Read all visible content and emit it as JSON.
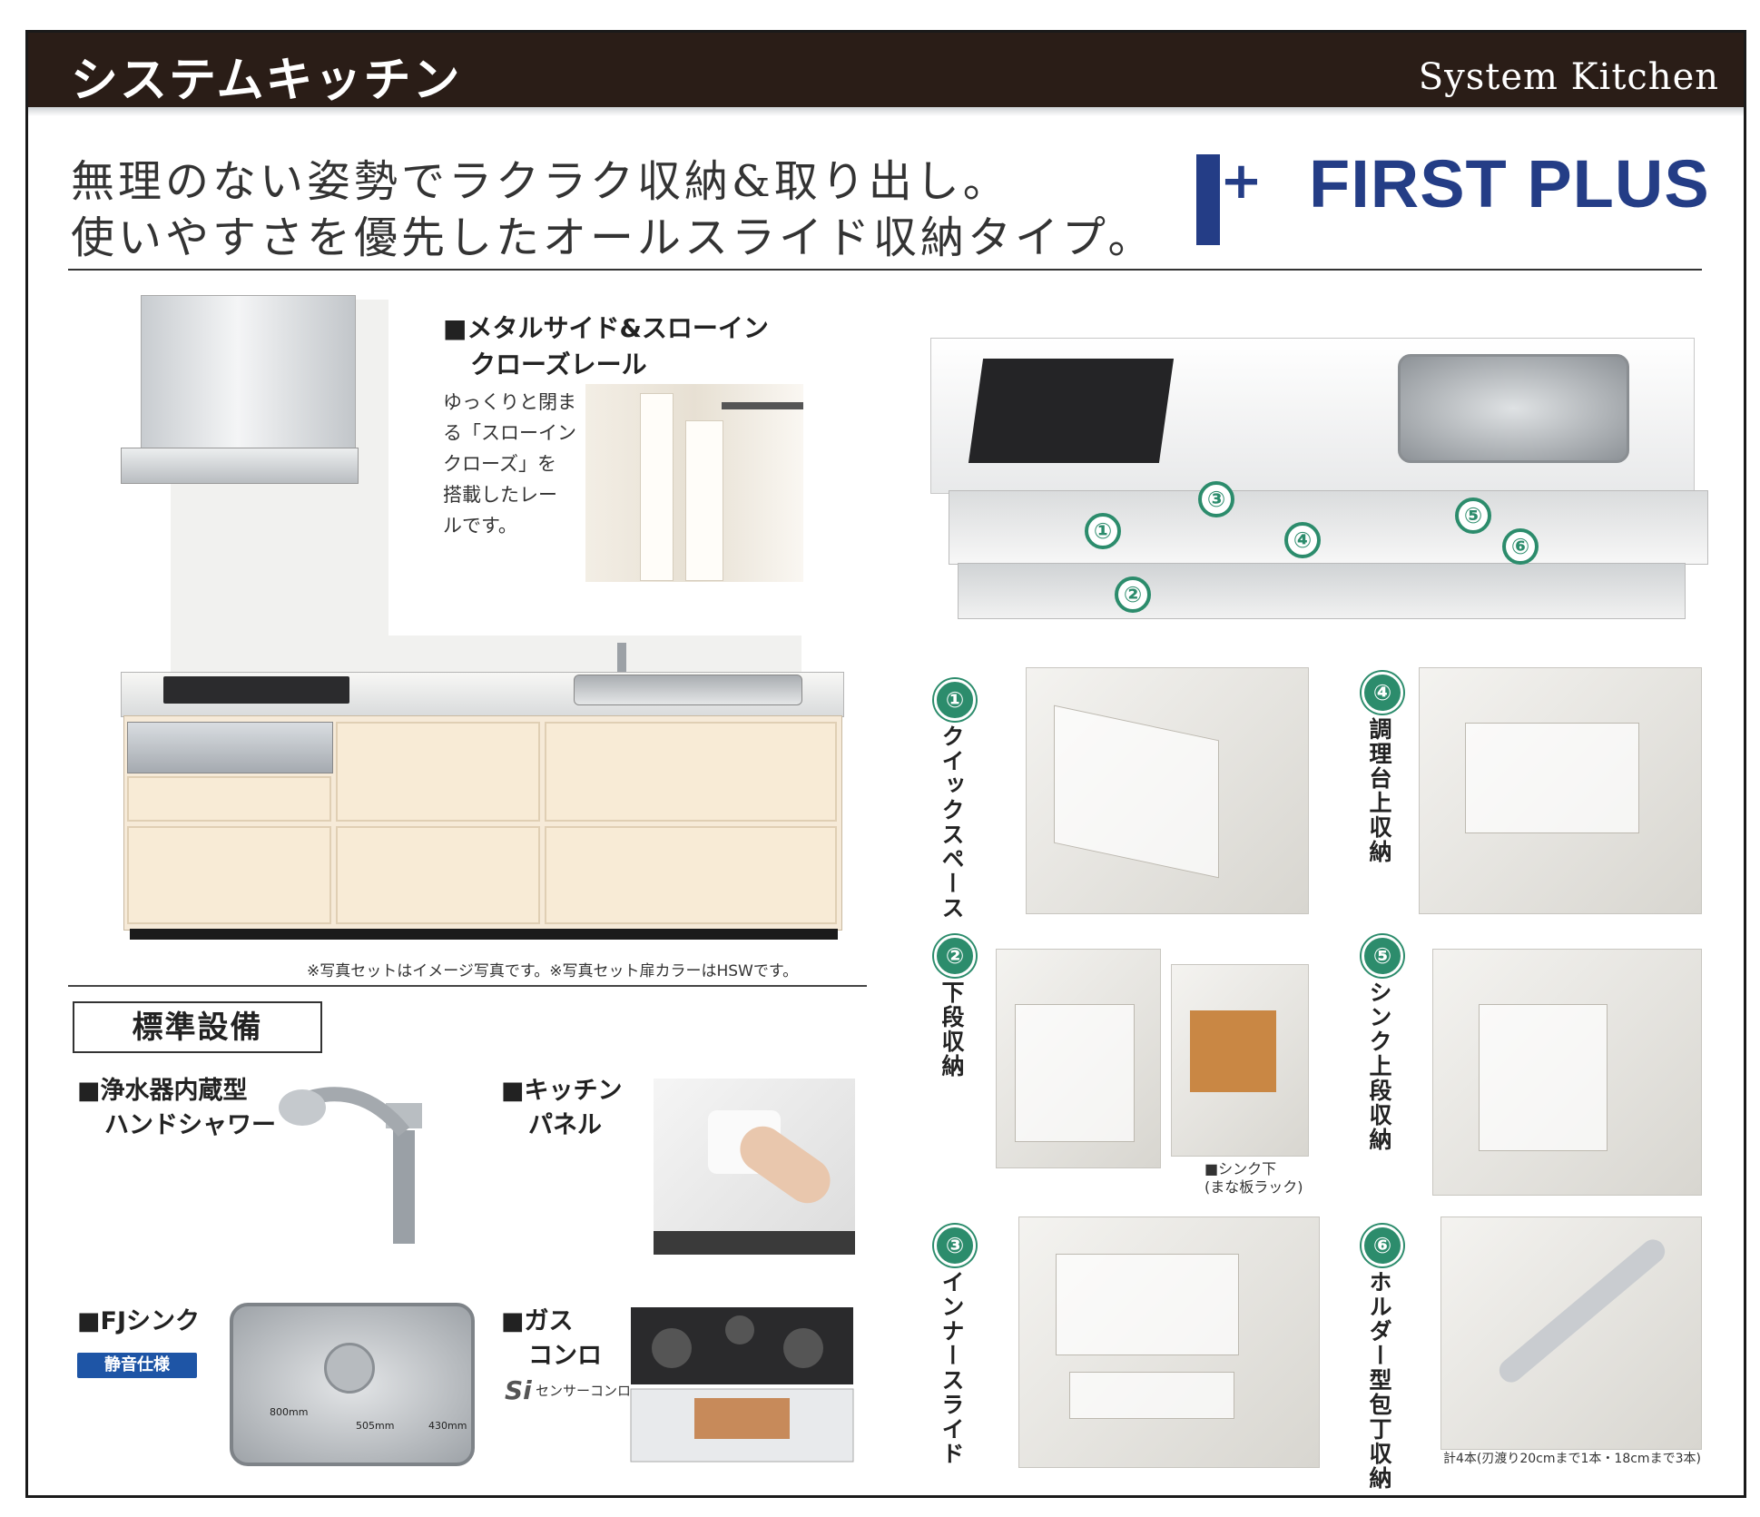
{
  "header": {
    "title": "システムキッチン",
    "title_en": "System Kitchen"
  },
  "lead": {
    "line1": "無理のない姿勢でラクラク収納&取り出し。",
    "line2": "使いやすさを優先したオールスライド収納タイプ。"
  },
  "brand": {
    "logo_text": "FIRST PLUS",
    "logo_plus": "+"
  },
  "slow_close": {
    "title_line1": "■メタルサイド&スローイン",
    "title_line2": "クローズレール",
    "body": [
      "ゆっくりと閉ま",
      "る「スローイン",
      "クローズ」を",
      "搭載したレー",
      "ルです。"
    ]
  },
  "photo_note": "※写真セットはイメージ写真です。※写真セット扉カラーはHSWです。",
  "standard": {
    "heading": "標準設備",
    "faucet_line1": "■浄水器内蔵型",
    "faucet_line2": "ハンドシャワー",
    "panel_line1": "■キッチン",
    "panel_line2": "パネル",
    "sink_label": "■FJシンク",
    "quiet_badge": "静音仕様",
    "sink_dims": [
      "800mm",
      "505mm",
      "430mm"
    ],
    "stove_line1": "■ガス",
    "stove_line2": "コンロ",
    "si_mark": "Si",
    "si_text": "センサーコンロ"
  },
  "drawer_badges": [
    "①",
    "②",
    "③",
    "④",
    "⑤",
    "⑥"
  ],
  "details": [
    {
      "num": "①",
      "label": "クイックスペース"
    },
    {
      "num": "②",
      "label": "下段収納"
    },
    {
      "num": "③",
      "label": "インナースライド"
    },
    {
      "num": "④",
      "label": "調理台上収納"
    },
    {
      "num": "⑤",
      "label": "シンク上段収納"
    },
    {
      "num": "⑥",
      "label": "ホルダー型包丁収納"
    }
  ],
  "captions": {
    "cutting_board_line1": "■シンク下",
    "cutting_board_line2": "(まな板ラック)",
    "knife_note": "計4本(刃渡り20cmまで1本・18cmまで3本)"
  },
  "colors": {
    "header_bg": "#2a1d17",
    "brand_blue": "#243d86",
    "badge_green": "#2c8c6c",
    "quiet_blue": "#1e55a6"
  }
}
